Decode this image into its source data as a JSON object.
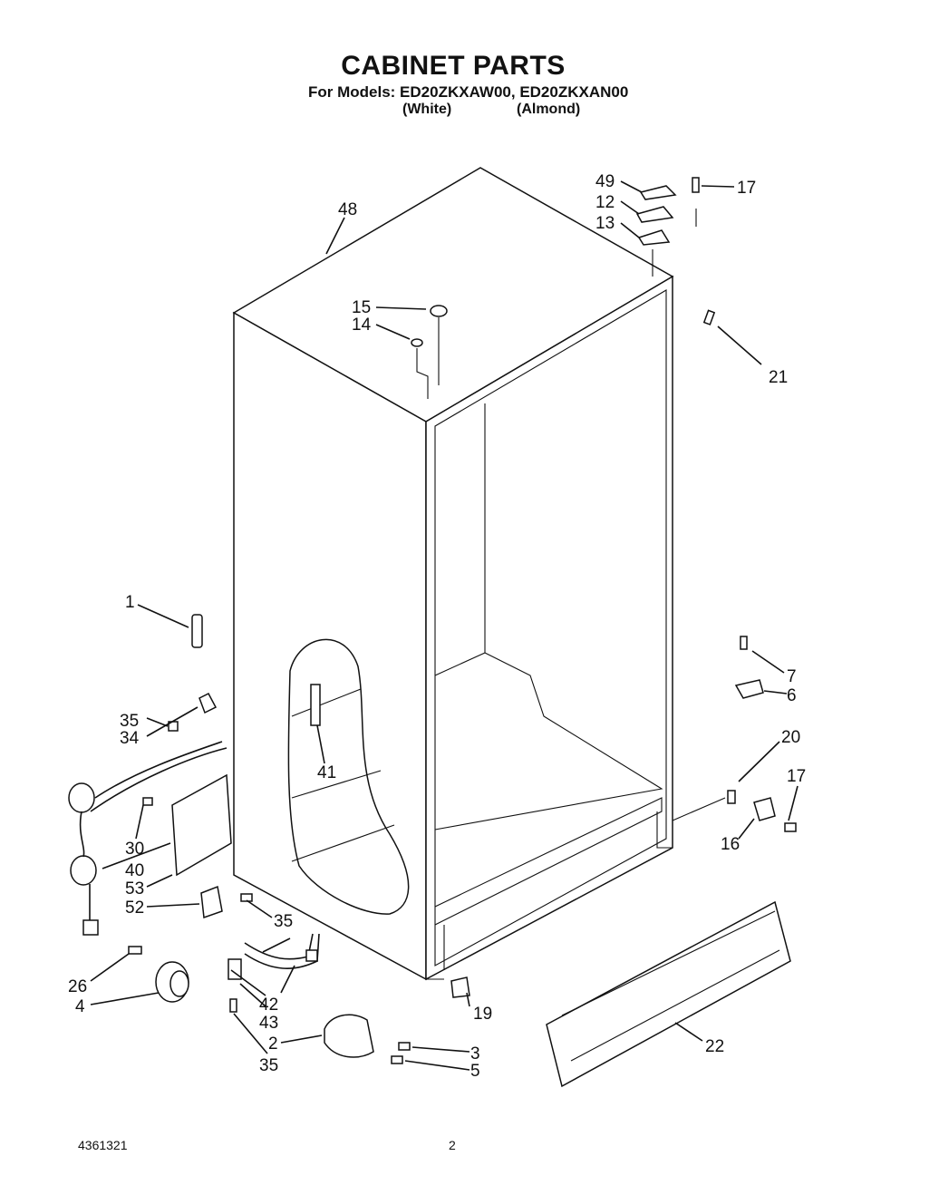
{
  "header": {
    "title": "CABINET PARTS",
    "models": "For Models: ED20ZKXAW00, ED20ZKXAN00",
    "variant_white": "(White)",
    "variant_almond": "(Almond)"
  },
  "callouts": [
    "48",
    "49",
    "12",
    "13",
    "17",
    "15",
    "14",
    "21",
    "1",
    "35",
    "34",
    "41",
    "30",
    "40",
    "53",
    "52",
    "35",
    "7",
    "6",
    "20",
    "17",
    "16",
    "26",
    "4",
    "42",
    "43",
    "35",
    "2",
    "3",
    "5",
    "19",
    "22"
  ],
  "footer": {
    "doc_number": "4361321",
    "page_number": "2"
  }
}
